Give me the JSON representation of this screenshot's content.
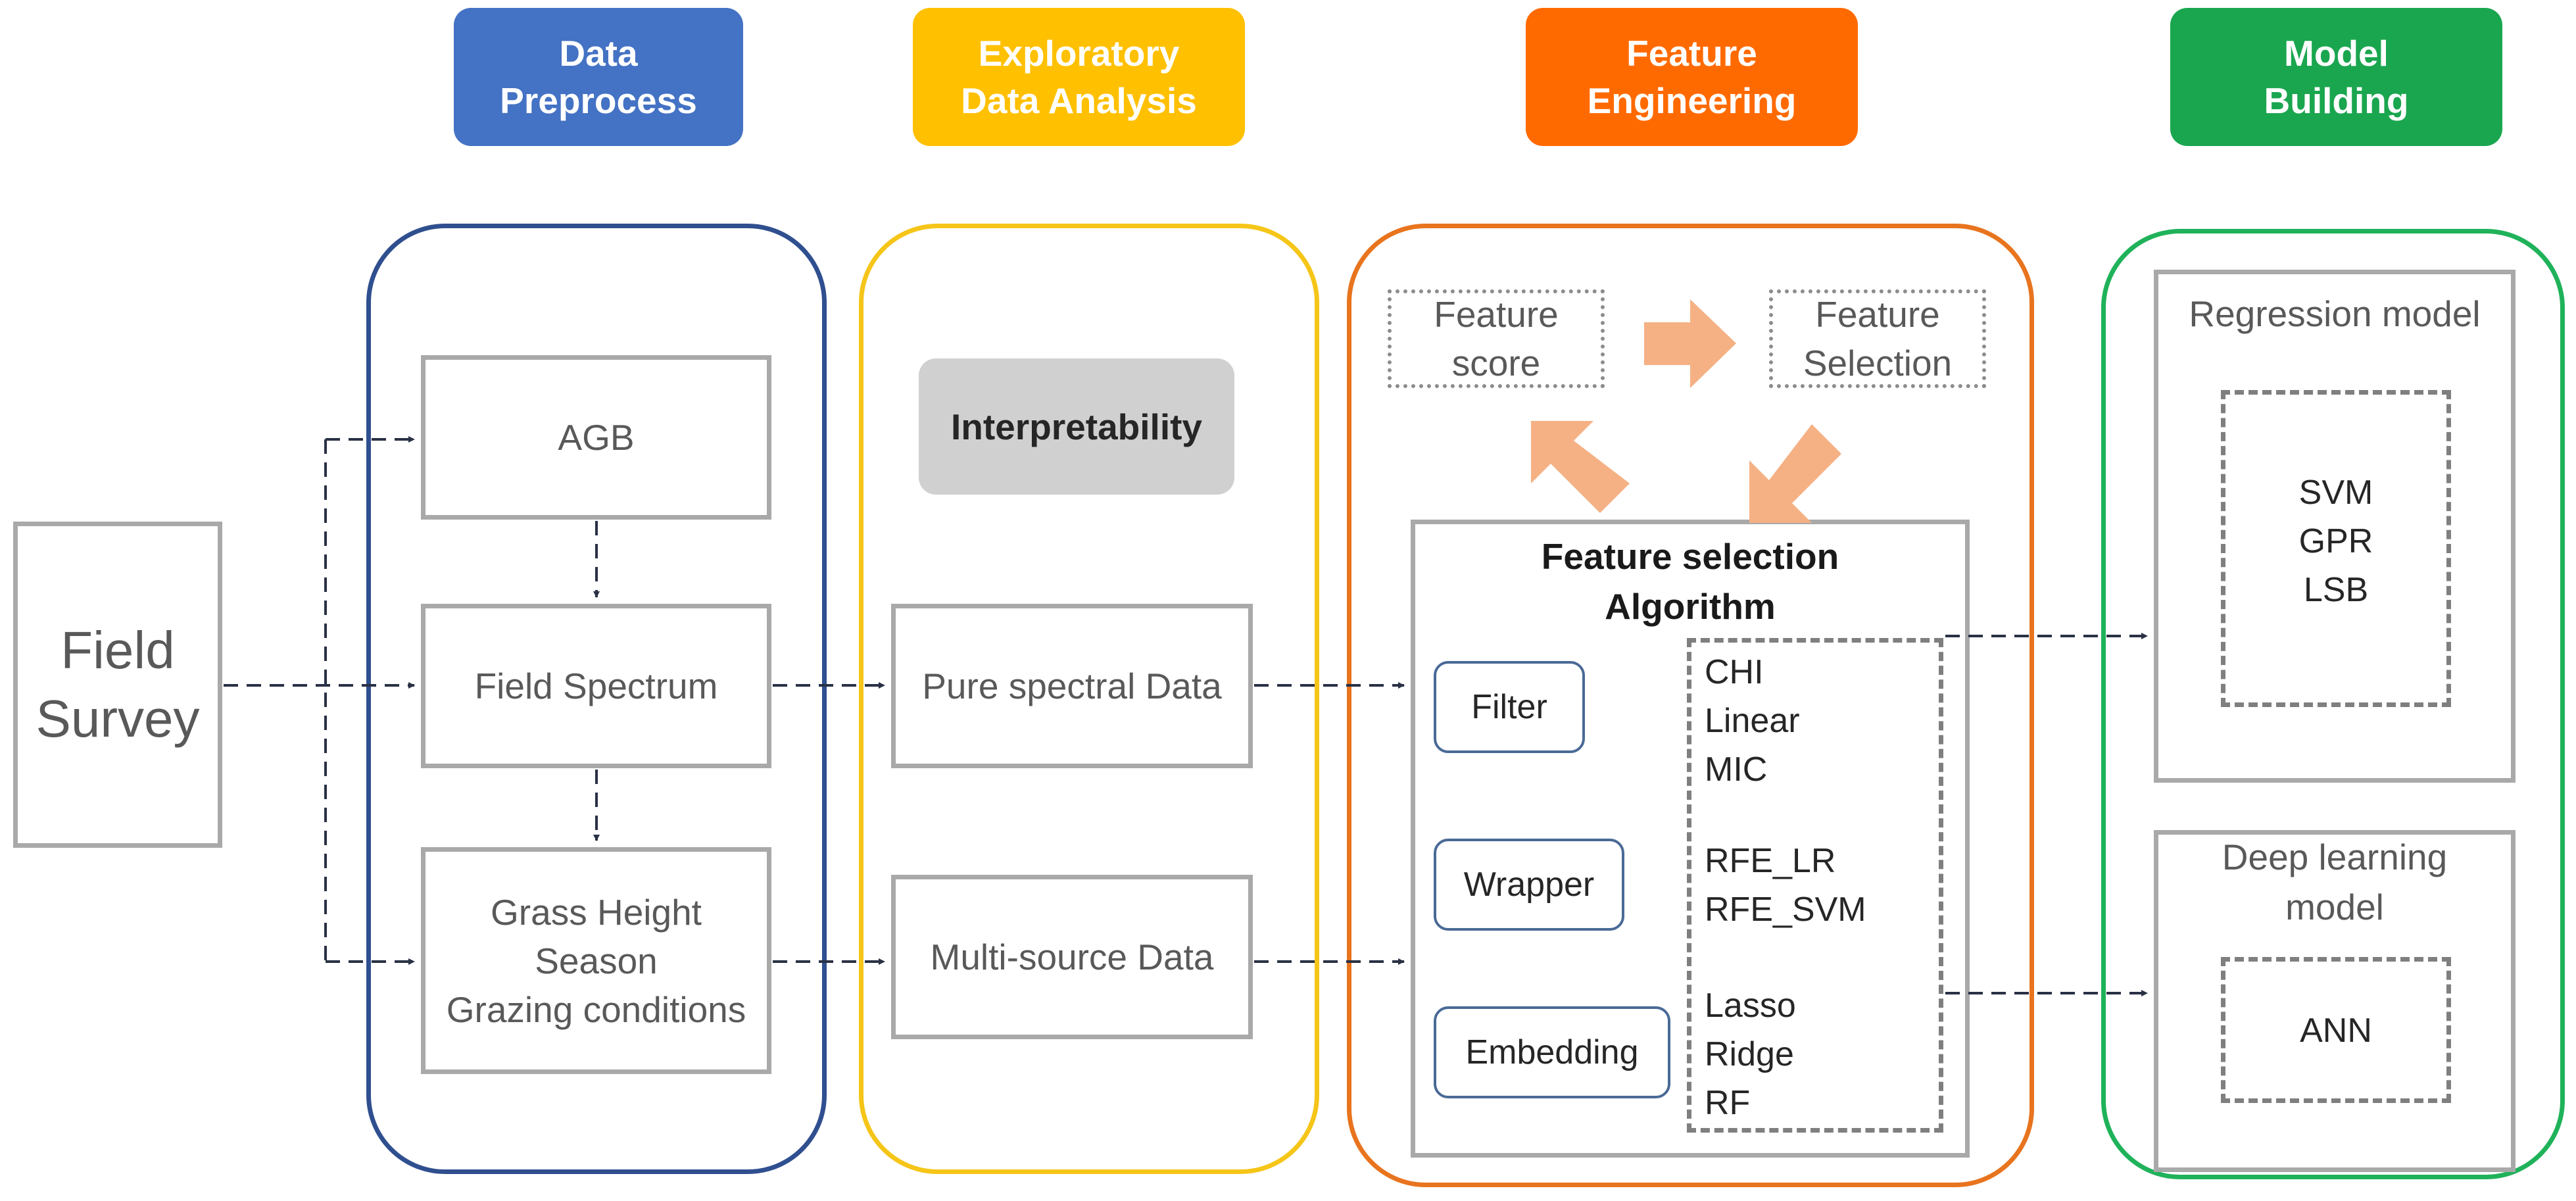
{
  "headers": {
    "preprocess": "Data\nPreprocess",
    "eda": "Exploratory\nData Analysis",
    "feature": "Feature\nEngineering",
    "model": "Model\nBuilding"
  },
  "colors": {
    "preprocess": "#4472c4",
    "eda": "#ffc000",
    "feature": "#ff6a00",
    "model": "#1aa64f",
    "preprocess_border": "#2f4f8f",
    "eda_border": "#f5c518",
    "feature_border": "#e8741e",
    "model_border": "#1fb25a"
  },
  "field_survey": "Field\nSurvey",
  "preprocess": {
    "agb": "AGB",
    "field_spectrum": "Field Spectrum",
    "grass": "Grass Height\nSeason\nGrazing conditions"
  },
  "eda": {
    "interpretability": "Interpretability",
    "pure": "Pure spectral Data",
    "multi": "Multi-source Data"
  },
  "feature": {
    "score": "Feature\nscore",
    "selection": "Feature\nSelection",
    "algo_title": "Feature selection\nAlgorithm",
    "filter": "Filter",
    "wrapper": "Wrapper",
    "embedding": "Embedding",
    "filter_methods": "CHI\nLinear\nMIC",
    "wrapper_methods": "RFE_LR\nRFE_SVM",
    "embedding_methods": "Lasso\nRidge\nRF"
  },
  "model": {
    "regression_title": "Regression model",
    "regression_methods": "SVM\nGPR\nLSB",
    "deep_title": "Deep learning\nmodel",
    "deep_methods": "ANN"
  }
}
